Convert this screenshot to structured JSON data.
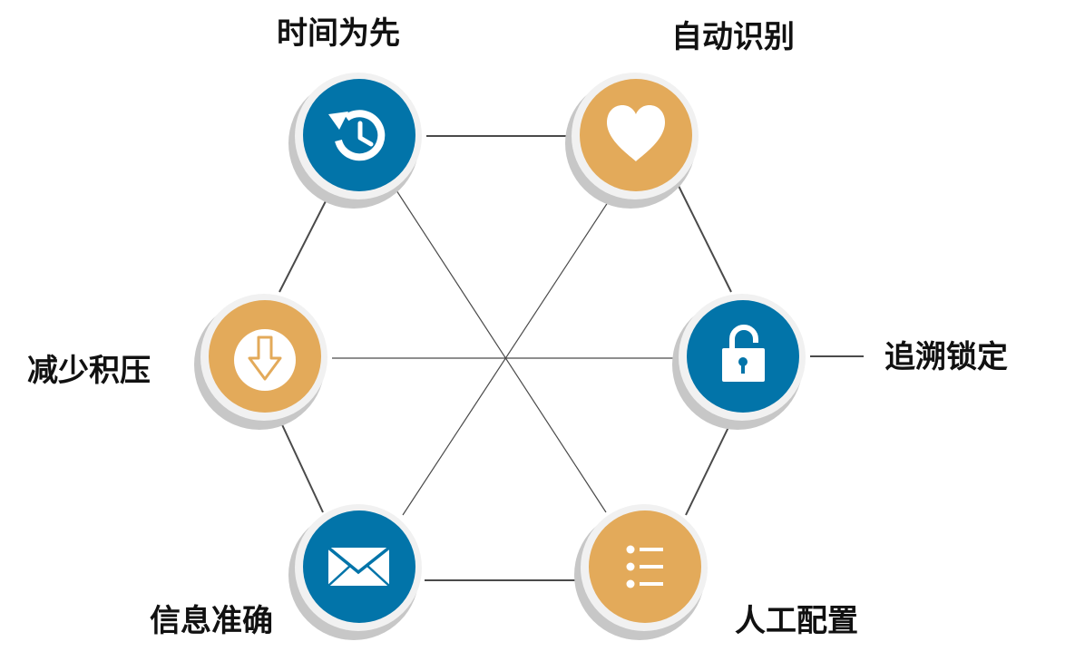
{
  "colors": {
    "blue": "#0274A9",
    "gold": "#E3AA5A",
    "line": "#4a4a4a",
    "shadow": "#c7c7c7",
    "ring": "#f1f1f1",
    "label": "#111111"
  },
  "nodes": [
    {
      "id": "time-first",
      "label": "时间为先",
      "icon": "history-icon",
      "color": "blue"
    },
    {
      "id": "auto-identify",
      "label": "自动识别",
      "icon": "heart-icon",
      "color": "gold"
    },
    {
      "id": "trace-lock",
      "label": "追溯锁定",
      "icon": "lock-icon",
      "color": "blue"
    },
    {
      "id": "manual-config",
      "label": "人工配置",
      "icon": "list-icon",
      "color": "gold"
    },
    {
      "id": "accurate-info",
      "label": "信息准确",
      "icon": "envelope-icon",
      "color": "blue"
    },
    {
      "id": "reduce-backlog",
      "label": "减少积压",
      "icon": "download-icon",
      "color": "gold"
    }
  ]
}
